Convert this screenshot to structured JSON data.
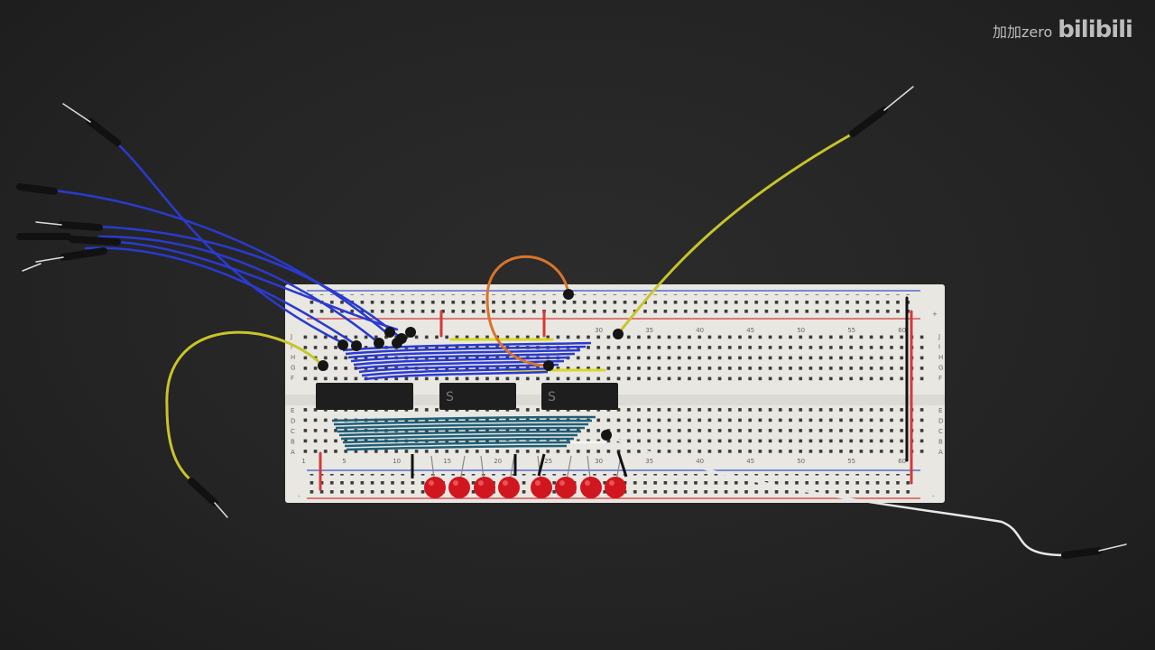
{
  "watermark": {
    "user": "加加zero",
    "logo": "bilibili"
  },
  "breadboard": {
    "top_column_labels": [
      "30",
      "35",
      "40",
      "45",
      "50",
      "55",
      "60"
    ],
    "bottom_column_labels": [
      "1",
      "5",
      "10",
      "15",
      "20",
      "25",
      "30",
      "35",
      "40",
      "45",
      "50",
      "55",
      "60"
    ],
    "upper_row_labels": [
      "J",
      "I",
      "H",
      "G",
      "F"
    ],
    "lower_row_labels": [
      "E",
      "D",
      "C",
      "B",
      "A"
    ],
    "rail_marks": [
      "+",
      "-"
    ]
  },
  "colors": {
    "background": "#242424",
    "board": "#e9e7e2",
    "blue_wire": "#2a3ad0",
    "teal_wire": "#1f5f78",
    "yellow_wire": "#c8c42a",
    "orange_wire": "#d8742a",
    "led": "#d0161e",
    "rail_red": "#d23a3a",
    "rail_blue": "#3a55c8"
  }
}
